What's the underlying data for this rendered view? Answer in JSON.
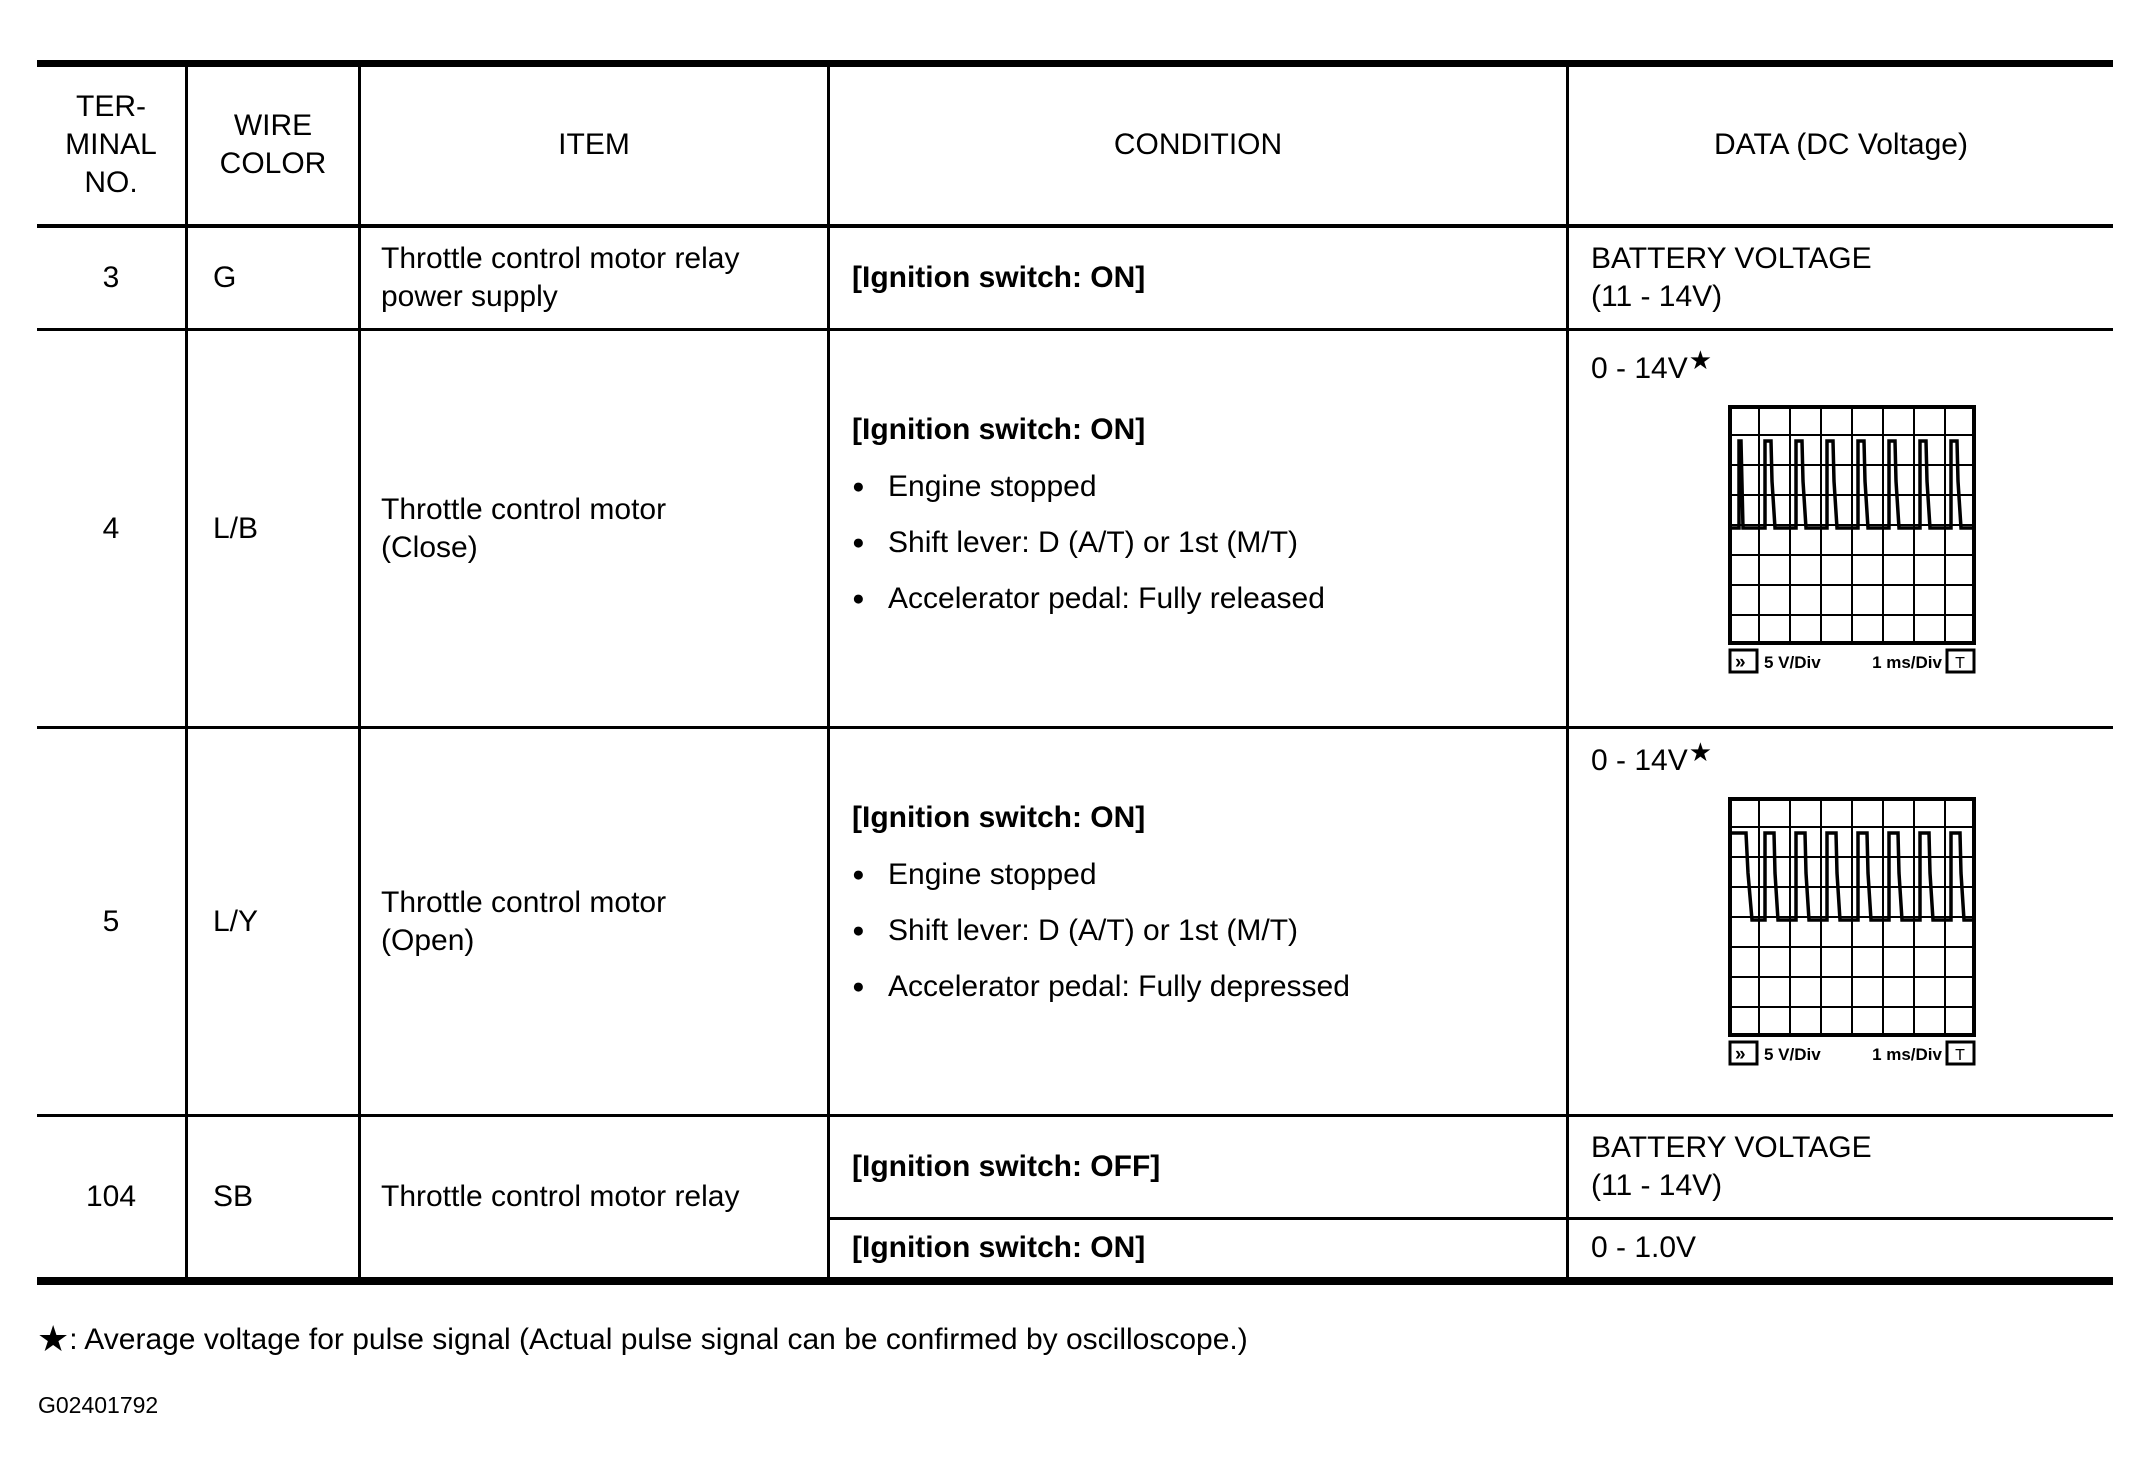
{
  "page": {
    "background": "#ffffff",
    "text_color": "#000000"
  },
  "header": {
    "terminal_lines": [
      "TER-",
      "MINAL",
      "NO."
    ],
    "wire_lines": [
      "WIRE",
      "COLOR"
    ],
    "item": "ITEM",
    "condition": "CONDITION",
    "data": "DATA (DC Voltage)"
  },
  "rows": [
    {
      "terminal": "3",
      "wire": "G",
      "item_lines": [
        "Throttle control motor relay",
        "power supply"
      ],
      "condition_switch": "[Ignition switch: ON]",
      "data_lines": [
        "BATTERY VOLTAGE",
        "(11 - 14V)"
      ]
    },
    {
      "terminal": "4",
      "wire": "L/B",
      "item_lines": [
        "Throttle control motor",
        "(Close)"
      ],
      "condition_switch": "[Ignition switch: ON]",
      "condition_bullets": [
        "Engine stopped",
        "Shift lever: D (A/T) or 1st (M/T)",
        "Accelerator pedal: Fully released"
      ],
      "data_range": "0 - 14V",
      "data_star": "★",
      "scope": {
        "first_pulse": "spike",
        "pulse_top_width": 6,
        "duty_percent": 18
      }
    },
    {
      "terminal": "5",
      "wire": "L/Y",
      "item_lines": [
        "Throttle control motor",
        "(Open)"
      ],
      "condition_switch": "[Ignition switch: ON]",
      "condition_bullets": [
        "Engine stopped",
        "Shift lever: D (A/T) or 1st (M/T)",
        "Accelerator pedal: Fully depressed"
      ],
      "data_range": "0 - 14V",
      "data_star": "★",
      "scope": {
        "first_pulse": "edge",
        "pulse_top_width": 9,
        "duty_percent": 30
      }
    },
    {
      "terminal": "104",
      "wire": "SB",
      "item_lines": [
        "Throttle control motor relay"
      ],
      "subrows": [
        {
          "condition_switch": "[Ignition switch: OFF]",
          "data_lines": [
            "BATTERY VOLTAGE",
            "(11 - 14V)"
          ]
        },
        {
          "condition_switch": "[Ignition switch: ON]",
          "data_lines": [
            "0 - 1.0V"
          ]
        }
      ]
    }
  ],
  "scope_common": {
    "grid_cols": 8,
    "grid_rows": 8,
    "volts_per_div_label": "5 V/Div",
    "time_per_div_label": "1 ms/Div",
    "left_marker": "»",
    "trigger_marker": "T",
    "baseline_div": 4.1,
    "pulse_top_div": 1.2,
    "pulse_count": 8
  },
  "chart_data": [
    {
      "type": "line",
      "title": "Terminal 4 (Throttle control motor Close) pulse signal",
      "xlabel": "1 ms/Div",
      "ylabel": "5 V/Div",
      "signal_low_v": 0,
      "signal_high_v": 14,
      "pulses_shown": 8,
      "duty_cycle_percent": 18,
      "grid": "8x8 divisions"
    },
    {
      "type": "line",
      "title": "Terminal 5 (Throttle control motor Open) pulse signal",
      "xlabel": "1 ms/Div",
      "ylabel": "5 V/Div",
      "signal_low_v": 0,
      "signal_high_v": 14,
      "pulses_shown": 8,
      "duty_cycle_percent": 30,
      "grid": "8x8 divisions"
    }
  ],
  "footnote": {
    "star": "★",
    "text": ": Average voltage for pulse signal (Actual pulse signal can be confirmed by oscilloscope.)"
  },
  "figure_id": "G02401792"
}
